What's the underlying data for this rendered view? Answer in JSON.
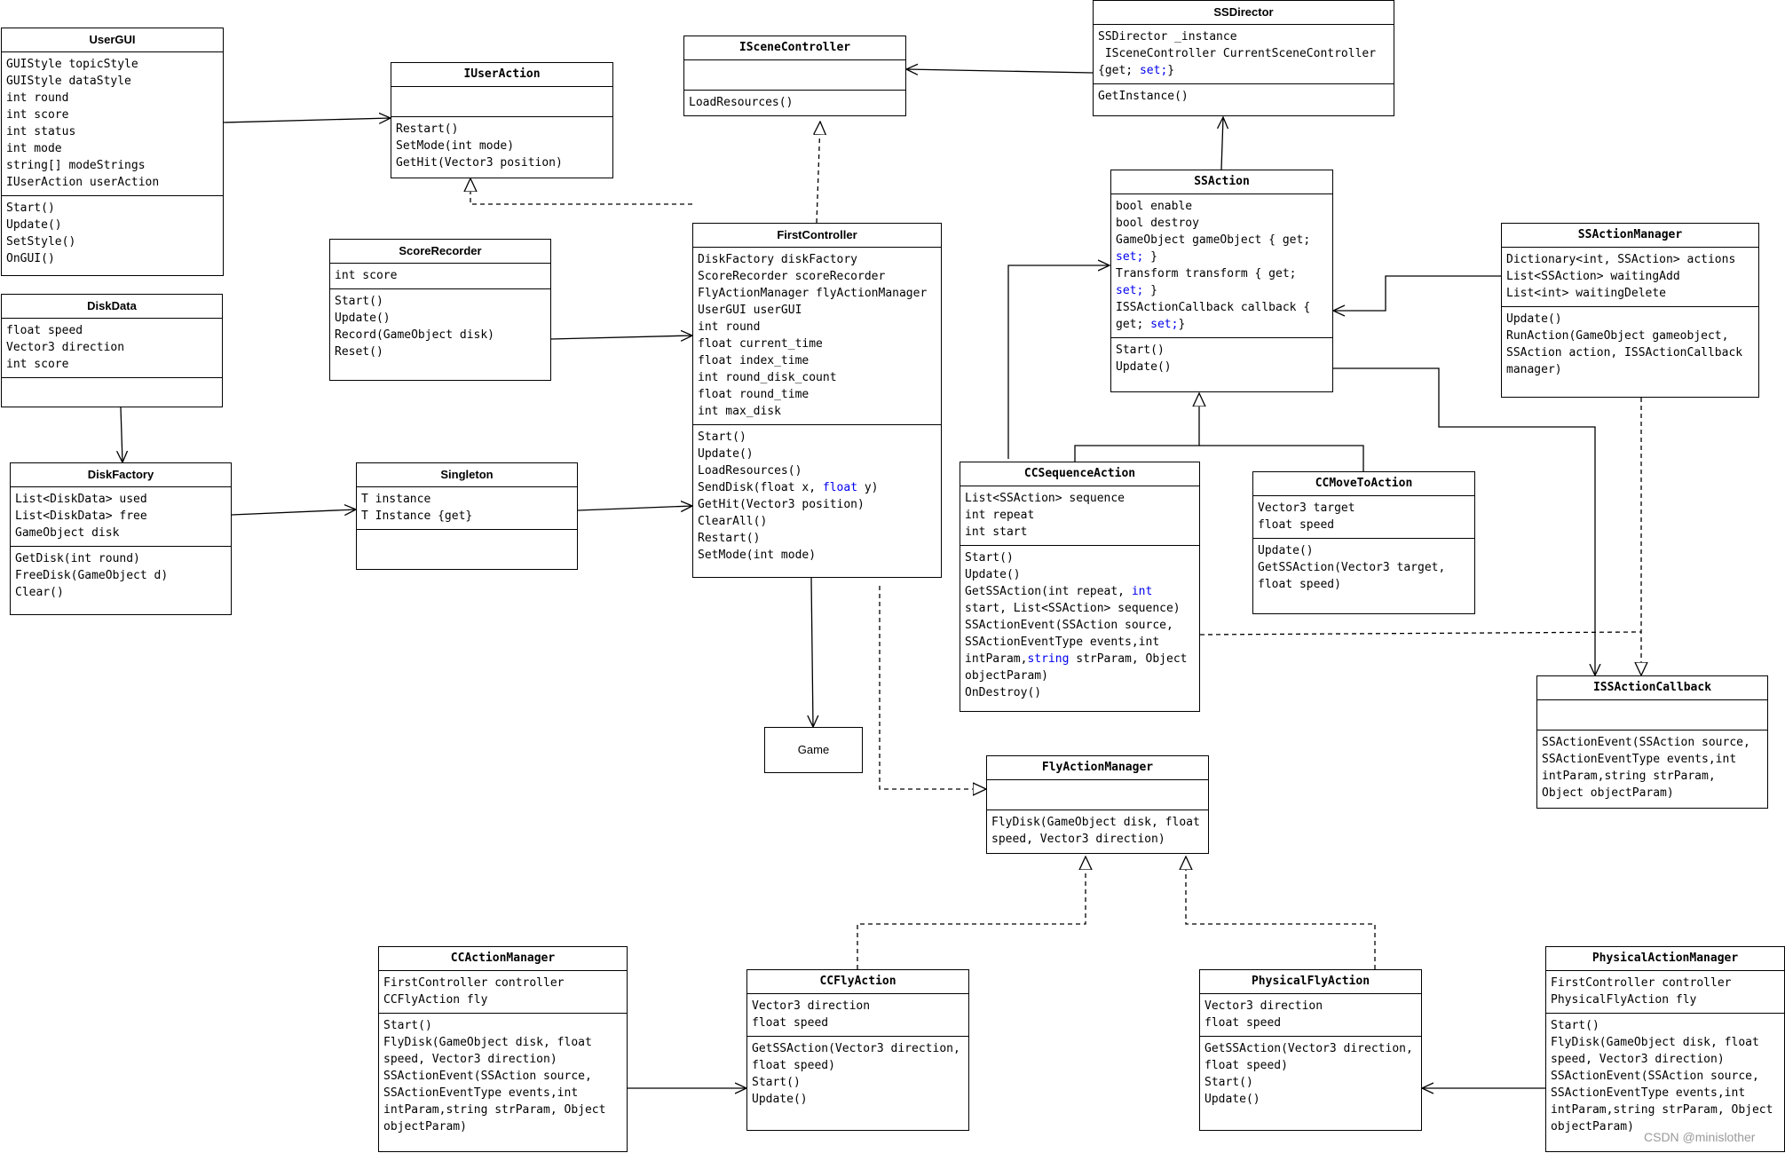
{
  "classes": [
    {
      "id": "usergui",
      "name": "UserGUI",
      "titleFont": "sans",
      "sections": [
        [
          "GUIStyle topicStyle",
          "GUIStyle dataStyle",
          "int round",
          "int score",
          "int status",
          "int mode",
          "string[] modeStrings",
          "IUserAction userAction"
        ],
        [
          "Start()",
          "Update()",
          "SetStyle()",
          "OnGUI()"
        ]
      ]
    },
    {
      "id": "iuseraction",
      "name": "IUserAction",
      "sections": [
        [],
        [
          "Restart()",
          "SetMode(int mode)",
          "GetHit(Vector3 position)"
        ]
      ]
    },
    {
      "id": "iscenecontroller",
      "name": "ISceneController",
      "sections": [
        [],
        [
          "LoadResources()"
        ]
      ]
    },
    {
      "id": "ssdirector",
      "name": "SSDirector",
      "titleFont": "sans",
      "sections": [
        [
          "SSDirector _instance",
          " ISceneController CurrentSceneController",
          "{get; set;}"
        ],
        [
          "GetInstance()"
        ]
      ]
    },
    {
      "id": "diskdata",
      "name": "DiskData",
      "titleFont": "sans",
      "sections": [
        [
          "float speed",
          "Vector3 direction",
          "int score"
        ],
        []
      ]
    },
    {
      "id": "scorerecorder",
      "name": "ScoreRecorder",
      "titleFont": "sans",
      "sections": [
        [
          "int score"
        ],
        [
          "Start()",
          "Update()",
          "Record(GameObject disk)",
          "Reset()"
        ]
      ]
    },
    {
      "id": "firstcontroller",
      "name": "FirstController",
      "titleFont": "sans",
      "sections": [
        [
          "DiskFactory diskFactory",
          "ScoreRecorder scoreRecorder",
          "FlyActionManager flyActionManager",
          "UserGUI userGUI",
          "int round",
          "float current_time",
          "float index_time",
          "int round_disk_count",
          "float round_time",
          "int max_disk"
        ],
        [
          "Start()",
          "Update()",
          "LoadResources()",
          "SendDisk(float x, float y)",
          "GetHit(Vector3 position)",
          "ClearAll()",
          "Restart()",
          "SetMode(int mode)"
        ]
      ]
    },
    {
      "id": "ssaction",
      "name": "SSAction",
      "sections": [
        [
          "bool enable",
          "bool destroy",
          "GameObject gameObject { get;",
          "set; }",
          "Transform transform { get;",
          "set; }",
          "ISSActionCallback callback {",
          "get; set;}"
        ],
        [
          "Start()",
          "Update()"
        ]
      ]
    },
    {
      "id": "ssactionmanager",
      "name": "SSActionManager",
      "sections": [
        [
          "Dictionary<int, SSAction> actions",
          "List<SSAction> waitingAdd",
          "List<int> waitingDelete"
        ],
        [
          "Update()",
          "RunAction(GameObject gameobject,",
          "SSAction action, ISSActionCallback",
          "manager)"
        ]
      ]
    },
    {
      "id": "diskfactory",
      "name": "DiskFactory",
      "titleFont": "sans",
      "sections": [
        [
          "List<DiskData> used",
          "List<DiskData> free",
          "GameObject disk"
        ],
        [
          "GetDisk(int round)",
          "FreeDisk(GameObject d)",
          "Clear()"
        ]
      ]
    },
    {
      "id": "singleton",
      "name": "Singleton",
      "titleFont": "sans",
      "sections": [
        [
          "T instance",
          "T Instance {get}"
        ],
        []
      ]
    },
    {
      "id": "ccsequenceaction",
      "name": "CCSequenceAction",
      "sections": [
        [
          "List<SSAction> sequence",
          "int repeat",
          "int start"
        ],
        [
          "Start()",
          "Update()",
          "GetSSAction(int repeat, int",
          "start, List<SSAction> sequence)",
          "SSActionEvent(SSAction source,",
          "SSActionEventType events,int",
          "intParam,string strParam, Object",
          "objectParam)",
          "OnDestroy()"
        ]
      ]
    },
    {
      "id": "ccmovetoaction",
      "name": "CCMoveToAction",
      "sections": [
        [
          "Vector3 target",
          "float speed"
        ],
        [
          "Update()",
          "GetSSAction(Vector3 target,",
          "float speed)"
        ]
      ]
    },
    {
      "id": "issactioncallback",
      "name": "ISSActionCallback",
      "sections": [
        [],
        [
          "SSActionEvent(SSAction source,",
          "SSActionEventType events,int",
          "intParam,string strParam,",
          "Object objectParam)"
        ]
      ]
    },
    {
      "id": "flyactionmanager",
      "name": "FlyActionManager",
      "sections": [
        [],
        [
          "FlyDisk(GameObject disk, float",
          "speed, Vector3 direction)"
        ]
      ]
    },
    {
      "id": "ccactionmanager",
      "name": "CCActionManager",
      "sections": [
        [
          "FirstController controller",
          "CCFlyAction fly"
        ],
        [
          "Start()",
          "FlyDisk(GameObject disk, float",
          "speed, Vector3 direction)",
          "SSActionEvent(SSAction source,",
          "SSActionEventType events,int",
          "intParam,string strParam, Object",
          "objectParam)"
        ]
      ]
    },
    {
      "id": "ccflyaction",
      "name": "CCFlyAction",
      "sections": [
        [
          "Vector3 direction",
          "float speed"
        ],
        [
          "GetSSAction(Vector3 direction,",
          "float speed)",
          "Start()",
          "Update()"
        ]
      ]
    },
    {
      "id": "physicalflyaction",
      "name": "PhysicalFlyAction",
      "sections": [
        [
          "Vector3 direction",
          "float speed"
        ],
        [
          "GetSSAction(Vector3 direction,",
          "float speed)",
          "Start()",
          "Update()"
        ]
      ]
    },
    {
      "id": "physicalactionmanager",
      "name": "PhysicalActionManager",
      "sections": [
        [
          "FirstController controller",
          "PhysicalFlyAction fly"
        ],
        [
          "Start()",
          "FlyDisk(GameObject disk, float",
          "speed, Vector3 direction)",
          "SSActionEvent(SSAction source,",
          "SSActionEventType events,int",
          "intParam,string strParam, Object",
          "objectParam)"
        ]
      ]
    }
  ],
  "game_box": {
    "label": "Game"
  },
  "keywords": [
    "set;",
    "float",
    "int",
    "string"
  ],
  "watermark": "CSDN @minislother",
  "colors": {
    "line": "#000000",
    "keyword": "#0000ee",
    "watermark": "#9a9a9a"
  }
}
